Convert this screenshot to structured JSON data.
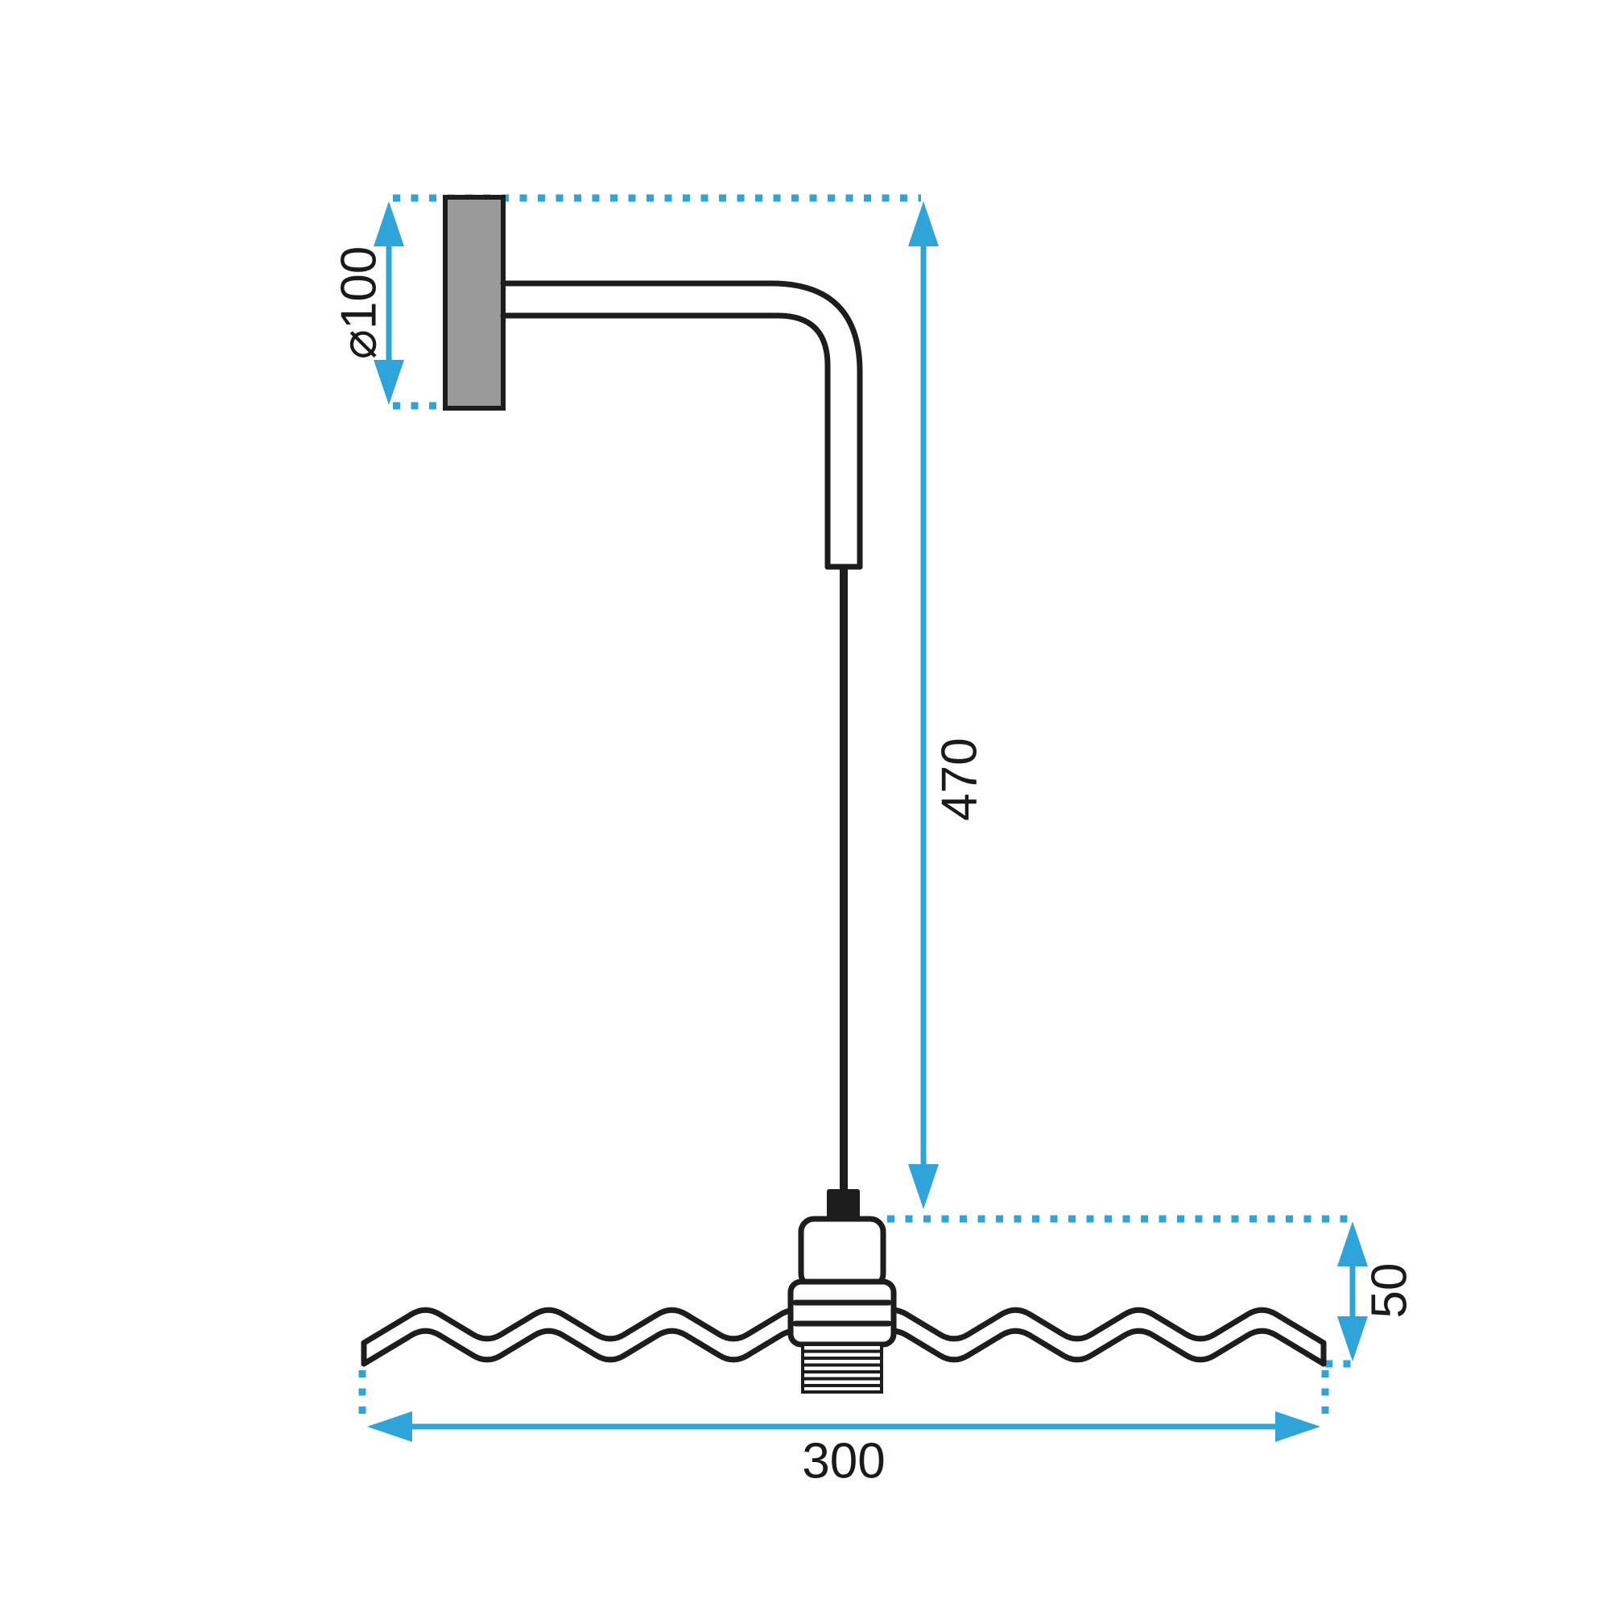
{
  "diagram": {
    "type": "technical-dimension-drawing",
    "subject": "wall-mounted pendant lamp with corrugated wavy shade",
    "dimensions": {
      "plate_diameter": "⌀100",
      "drop_height": "470",
      "shade_depth": "50",
      "shade_width": "300"
    },
    "colors": {
      "dimension_accent": "#2EA4D9",
      "line_ink": "#1D1D1D",
      "plate_fill": "#9A9A9A",
      "background": "#FFFFFF"
    }
  }
}
